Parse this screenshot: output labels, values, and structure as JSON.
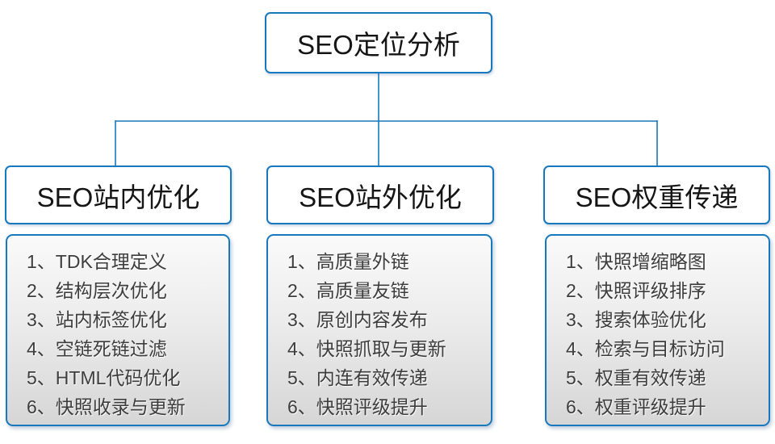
{
  "colors": {
    "accent": "#1778be",
    "panel_top": "#fafafa",
    "panel_bottom": "#d6d6d6"
  },
  "root": {
    "title": "SEO定位分析"
  },
  "branches": [
    {
      "title": "SEO站内优化",
      "items": [
        "1、TDK合理定义",
        "2、结构层次优化",
        "3、站内标签优化",
        "4、空链死链过滤",
        "5、HTML代码优化",
        "6、快照收录与更新"
      ]
    },
    {
      "title": "SEO站外优化",
      "items": [
        "1、高质量外链",
        "2、高质量友链",
        "3、原创内容发布",
        "4、快照抓取与更新",
        "5、内连有效传递",
        "6、快照评级提升"
      ]
    },
    {
      "title": "SEO权重传递",
      "items": [
        "1、快照增缩略图",
        "2、快照评级排序",
        "3、搜索体验优化",
        "4、检索与目标访问",
        "5、权重有效传递",
        "6、权重评级提升"
      ]
    }
  ]
}
